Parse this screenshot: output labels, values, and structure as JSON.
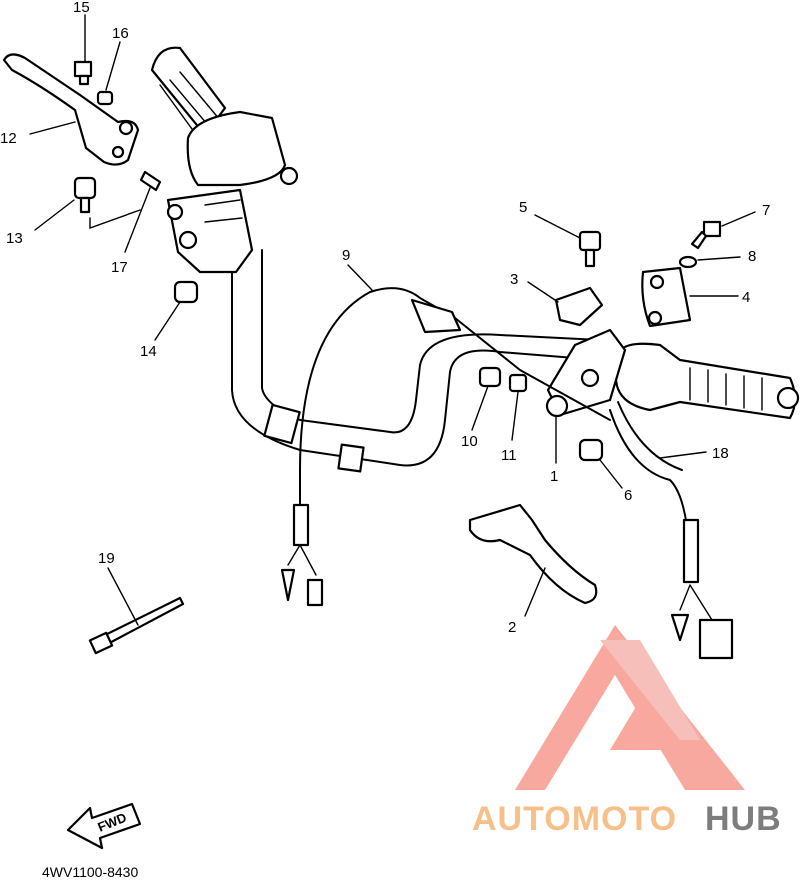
{
  "diagram": {
    "callouts": [
      {
        "id": "c15",
        "label": "15"
      },
      {
        "id": "c16",
        "label": "16"
      },
      {
        "id": "c12",
        "label": "12"
      },
      {
        "id": "c13",
        "label": "13"
      },
      {
        "id": "c17",
        "label": "17"
      },
      {
        "id": "c14",
        "label": "14"
      },
      {
        "id": "c9",
        "label": "9"
      },
      {
        "id": "c5",
        "label": "5"
      },
      {
        "id": "c7",
        "label": "7"
      },
      {
        "id": "c8",
        "label": "8"
      },
      {
        "id": "c3",
        "label": "3"
      },
      {
        "id": "c4",
        "label": "4"
      },
      {
        "id": "c10",
        "label": "10"
      },
      {
        "id": "c11",
        "label": "11"
      },
      {
        "id": "c1",
        "label": "1"
      },
      {
        "id": "c6",
        "label": "6"
      },
      {
        "id": "c18",
        "label": "18"
      },
      {
        "id": "c2",
        "label": "2"
      },
      {
        "id": "c19",
        "label": "19"
      }
    ],
    "fwd_label": "FWD",
    "diagram_code": "4WV1100-8430"
  },
  "watermark": {
    "brand_part1": "AUTOMOTO",
    "brand_part2": "HUB",
    "color_primary": "#f79a8e",
    "color_secondary": "#f7c08a",
    "color_dark": "#7d7d7d"
  }
}
